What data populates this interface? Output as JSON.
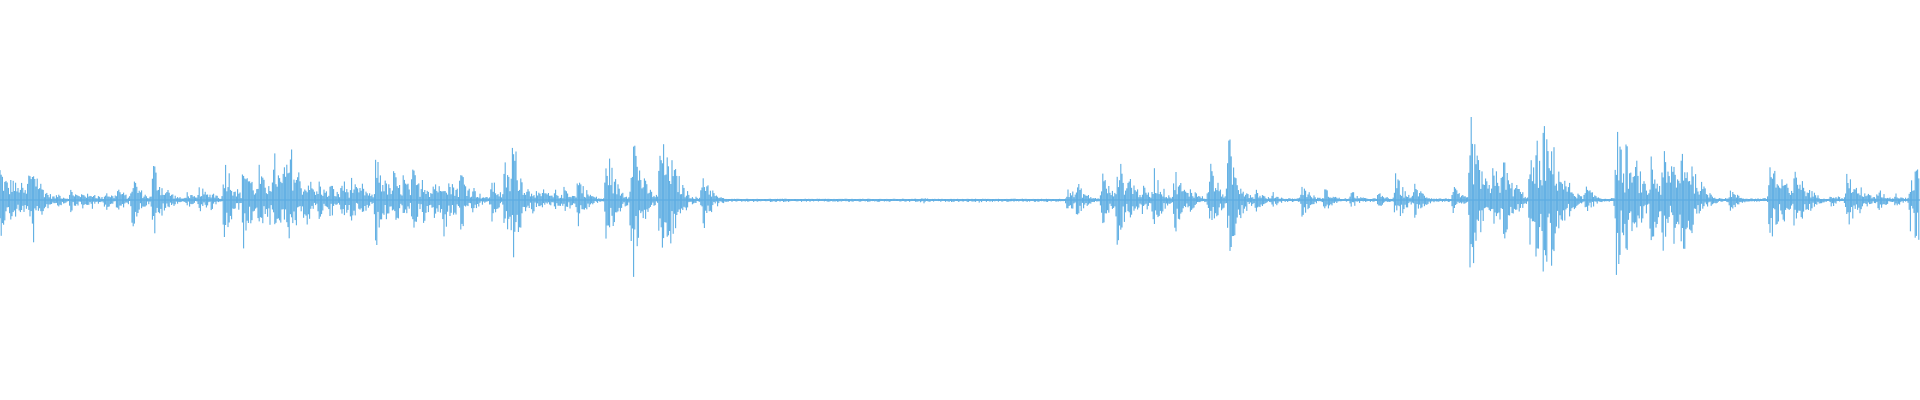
{
  "waveform": {
    "color": "#5dade2",
    "background": "#ffffff",
    "max_amplitude": 1.0,
    "bursts": [
      [
        0.0,
        0.25
      ],
      [
        0.003,
        0.15
      ],
      [
        0.006,
        0.18
      ],
      [
        0.01,
        0.14
      ],
      [
        0.015,
        0.22
      ],
      [
        0.017,
        0.3
      ],
      [
        0.023,
        0.08
      ],
      [
        0.03,
        0.05
      ],
      [
        0.037,
        0.08
      ],
      [
        0.043,
        0.07
      ],
      [
        0.048,
        0.06
      ],
      [
        0.055,
        0.07
      ],
      [
        0.061,
        0.1
      ],
      [
        0.069,
        0.18
      ],
      [
        0.08,
        0.27
      ],
      [
        0.087,
        0.08
      ],
      [
        0.097,
        0.06
      ],
      [
        0.104,
        0.1
      ],
      [
        0.11,
        0.07
      ],
      [
        0.117,
        0.32
      ],
      [
        0.127,
        0.33
      ],
      [
        0.13,
        0.18
      ],
      [
        0.135,
        0.22
      ],
      [
        0.14,
        0.2
      ],
      [
        0.143,
        0.3
      ],
      [
        0.148,
        0.3
      ],
      [
        0.151,
        0.39
      ],
      [
        0.155,
        0.22
      ],
      [
        0.16,
        0.18
      ],
      [
        0.166,
        0.14
      ],
      [
        0.172,
        0.12
      ],
      [
        0.178,
        0.16
      ],
      [
        0.183,
        0.15
      ],
      [
        0.188,
        0.12
      ],
      [
        0.196,
        0.35
      ],
      [
        0.201,
        0.14
      ],
      [
        0.205,
        0.2
      ],
      [
        0.21,
        0.18
      ],
      [
        0.215,
        0.22
      ],
      [
        0.22,
        0.19
      ],
      [
        0.226,
        0.17
      ],
      [
        0.231,
        0.25
      ],
      [
        0.236,
        0.14
      ],
      [
        0.24,
        0.23
      ],
      [
        0.246,
        0.1
      ],
      [
        0.256,
        0.15
      ],
      [
        0.263,
        0.25
      ],
      [
        0.267,
        0.46
      ],
      [
        0.272,
        0.16
      ],
      [
        0.277,
        0.1
      ],
      [
        0.283,
        0.08
      ],
      [
        0.289,
        0.07
      ],
      [
        0.294,
        0.1
      ],
      [
        0.301,
        0.18
      ],
      [
        0.316,
        0.38
      ],
      [
        0.329,
        0.6
      ],
      [
        0.335,
        0.12
      ],
      [
        0.344,
        0.5
      ],
      [
        0.348,
        0.4
      ],
      [
        0.352,
        0.22
      ],
      [
        0.366,
        0.22
      ],
      [
        0.372,
        0.02
      ],
      [
        0.48,
        0.03
      ],
      [
        0.51,
        0.02
      ],
      [
        0.556,
        0.1
      ],
      [
        0.561,
        0.12
      ],
      [
        0.574,
        0.2
      ],
      [
        0.582,
        0.33
      ],
      [
        0.588,
        0.2
      ],
      [
        0.595,
        0.1
      ],
      [
        0.601,
        0.22
      ],
      [
        0.612,
        0.22
      ],
      [
        0.62,
        0.1
      ],
      [
        0.63,
        0.28
      ],
      [
        0.64,
        0.43
      ],
      [
        0.646,
        0.14
      ],
      [
        0.654,
        0.08
      ],
      [
        0.663,
        0.05
      ],
      [
        0.678,
        0.12
      ],
      [
        0.69,
        0.08
      ],
      [
        0.704,
        0.06
      ],
      [
        0.718,
        0.05
      ],
      [
        0.727,
        0.18
      ],
      [
        0.737,
        0.12
      ],
      [
        0.757,
        0.09
      ],
      [
        0.766,
        0.6
      ],
      [
        0.771,
        0.26
      ],
      [
        0.778,
        0.33
      ],
      [
        0.783,
        0.3
      ],
      [
        0.789,
        0.13
      ],
      [
        0.797,
        0.3
      ],
      [
        0.8,
        0.42
      ],
      [
        0.804,
        0.55
      ],
      [
        0.808,
        0.45
      ],
      [
        0.812,
        0.25
      ],
      [
        0.817,
        0.12
      ],
      [
        0.826,
        0.1
      ],
      [
        0.842,
        0.53
      ],
      [
        0.847,
        0.38
      ],
      [
        0.852,
        0.3
      ],
      [
        0.86,
        0.3
      ],
      [
        0.866,
        0.36
      ],
      [
        0.871,
        0.33
      ],
      [
        0.876,
        0.45
      ],
      [
        0.88,
        0.32
      ],
      [
        0.885,
        0.15
      ],
      [
        0.89,
        0.06
      ],
      [
        0.901,
        0.08
      ],
      [
        0.922,
        0.35
      ],
      [
        0.928,
        0.18
      ],
      [
        0.935,
        0.28
      ],
      [
        0.942,
        0.09
      ],
      [
        0.954,
        0.05
      ],
      [
        0.962,
        0.22
      ],
      [
        0.969,
        0.1
      ],
      [
        0.978,
        0.08
      ],
      [
        0.987,
        0.05
      ],
      [
        0.995,
        0.2
      ],
      [
        0.998,
        0.38
      ]
    ]
  }
}
